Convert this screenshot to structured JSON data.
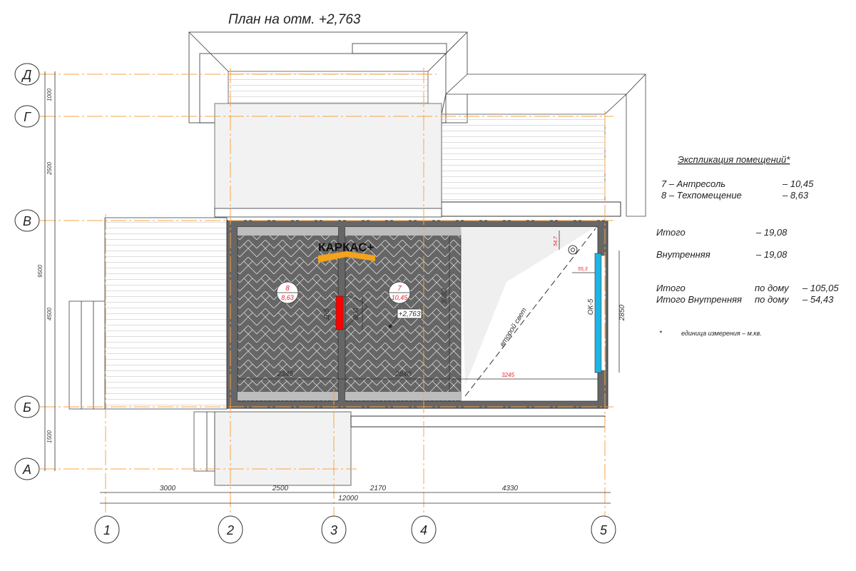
{
  "title": "План на отм. +2,763",
  "axes": {
    "letters": [
      "Д",
      "Г",
      "В",
      "Б",
      "А"
    ],
    "numbers": [
      "1",
      "2",
      "3",
      "4",
      "5"
    ]
  },
  "dimensions": {
    "left_chain": [
      "1000",
      "2500",
      "4500",
      "1500"
    ],
    "left_total": "9500",
    "bottom_chain": [
      "3000",
      "2500",
      "2170",
      "4330"
    ],
    "bottom_total": "12000",
    "room8_width": "2345",
    "room7_width": "2840",
    "second_light_width": "3245",
    "room7_depth": "3682",
    "door_width": "800",
    "window_height": "2850",
    "offset_a": "54,7",
    "offset_b": "55,3"
  },
  "rooms": [
    {
      "number": "8",
      "area": "8,63"
    },
    {
      "number": "7",
      "area": "10,45"
    }
  ],
  "labels": {
    "door": "Д-5",
    "window": "ОК-5",
    "level": "+2,763",
    "second_light": "второй свет",
    "logo": "КАРКАС+"
  },
  "legend": {
    "title": "Экспликация помещений*",
    "rooms": [
      {
        "name": "7 – Антресоль",
        "area": "– 10,45"
      },
      {
        "name": "8 – Техпомещение",
        "area": "– 8,63"
      }
    ],
    "total": {
      "label": "Итого",
      "value": "– 19,08"
    },
    "internal": {
      "label": "Внутренняя",
      "value": "– 19,08"
    },
    "house_total": {
      "label": "Итого",
      "scope": "по дому",
      "value": "– 105,05"
    },
    "house_internal": {
      "label": "Итого Внутренняя",
      "scope": "по дому",
      "value": "– 54,43"
    },
    "note_mark": "*",
    "note": "единица измерения – м.кв."
  },
  "colors": {
    "axis": "#f7a44a",
    "wall": "#666666",
    "door": "#ff0000",
    "window": "#1eb4e6",
    "room_tag": "#e8262b"
  }
}
